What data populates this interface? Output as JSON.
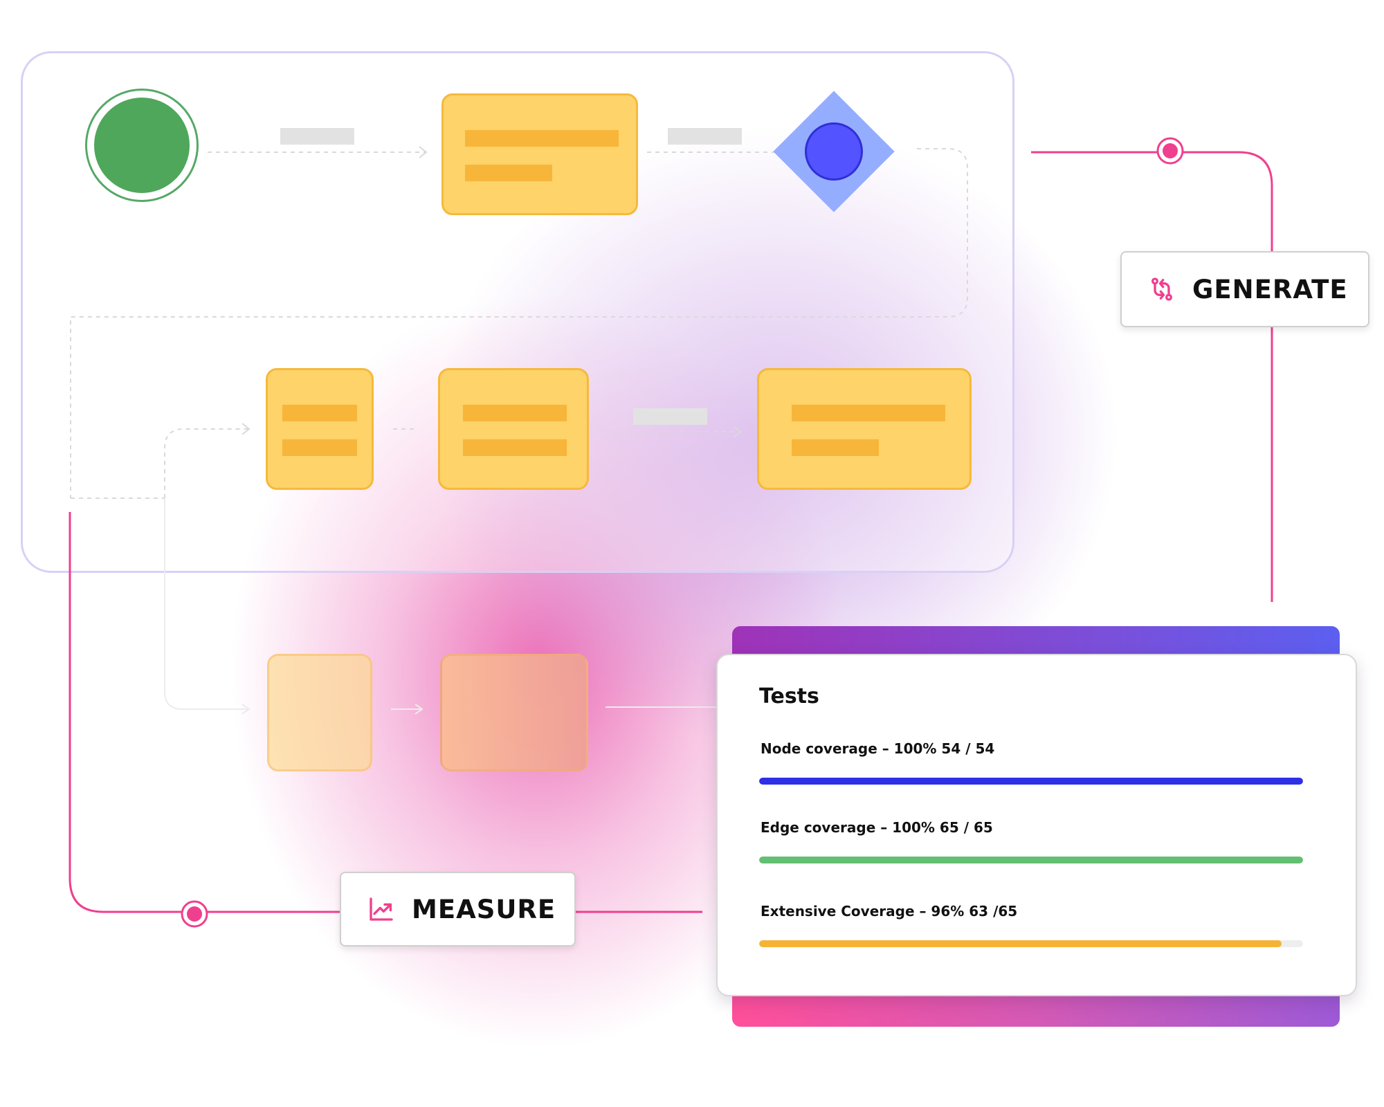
{
  "actions": {
    "generate_label": "GENERATE",
    "measure_label": "MEASURE"
  },
  "tests_card": {
    "title": "Tests",
    "metrics": [
      {
        "label": "Node coverage – 100% 54 / 54",
        "fraction": 1.0,
        "color": "#2f2fe6"
      },
      {
        "label": "Edge coverage – 100% 65 / 65",
        "fraction": 1.0,
        "color": "#63bf73"
      },
      {
        "label": "Extensive Coverage – 96% 63 /65",
        "fraction": 0.96,
        "color": "#f5b335"
      }
    ]
  },
  "colors": {
    "connector": "#ef3f8f",
    "task_fill": "#fdd36a",
    "start_event": "#4fa75b",
    "gateway": "#94adff",
    "gateway_dot": "#5353ff"
  },
  "icons": {
    "generate": "git-compare-icon",
    "measure": "trending-up-icon"
  }
}
